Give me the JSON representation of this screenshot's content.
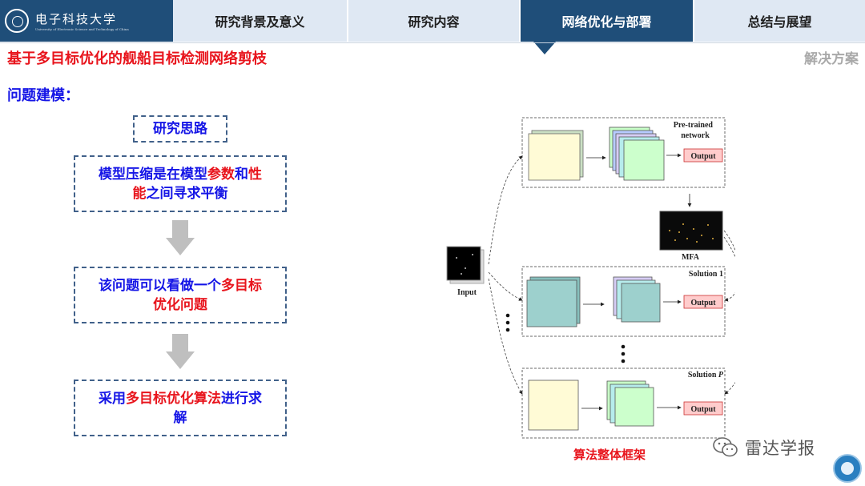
{
  "header": {
    "logo_text": "电子科技大学",
    "logo_subtext": "University of Electronic Science and Technology of China",
    "tabs": [
      {
        "label": "研究背景及意义",
        "active": false
      },
      {
        "label": "研究内容",
        "active": false
      },
      {
        "label": "网络优化与部署",
        "active": true
      },
      {
        "label": "总结与展望",
        "active": false
      }
    ]
  },
  "slide": {
    "title": "基于多目标优化的舰船目标检测网络剪枝",
    "section_label": "解决方案",
    "problem_heading": "问题建模："
  },
  "flow": {
    "idea_label": "研究思路",
    "step1": {
      "t1": "模型压缩是在模型",
      "t2": "参数",
      "t3": "和",
      "t4": "性",
      "t5": "能",
      "t6": "之间寻求平衡"
    },
    "step2": {
      "t1": "该问题可以看做一个",
      "t2": "多目标",
      "t3": "优化问题"
    },
    "step3": {
      "t1": "采用",
      "t2": "多目标优化算法",
      "t3": "进行求",
      "t4": "解"
    }
  },
  "diagram": {
    "pretrained_label_1": "Pre-trained",
    "pretrained_label_2": "network",
    "output_label": "Output",
    "mfa_label": "MFA",
    "input_label": "Input",
    "solution1_label": "Solution 1",
    "solutionP_prefix": "Solution ",
    "solutionP_var": "P",
    "caption": "算法整体框架"
  },
  "watermark": {
    "text": "雷达学报"
  },
  "colors": {
    "nav_active": "#1f4e79",
    "nav_bg": "#dfe8f3",
    "title_red": "#e8141c",
    "text_blue": "#1515e6",
    "dash_border": "#41618a",
    "arrow_gray": "#bfbfbf",
    "feature_yellow": "#ffffcc",
    "feature_teal": "#99cccc",
    "feature_green": "#ccffcc",
    "output_fill": "#ffcccc"
  }
}
